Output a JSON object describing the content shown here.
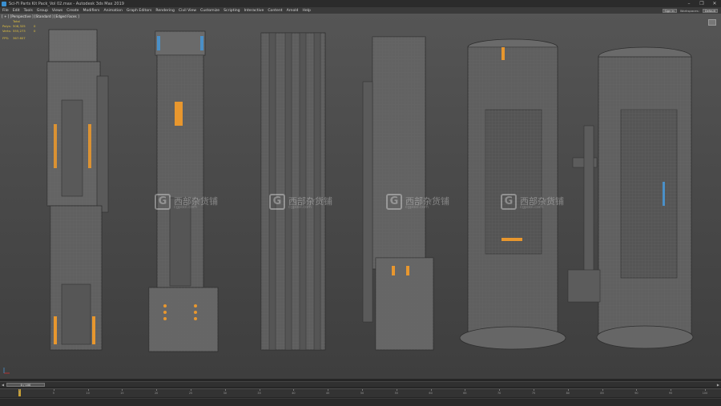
{
  "window": {
    "title": "Sci-Fi Parts Kit Pack_Vol 02.max - Autodesk 3ds Max 2019",
    "minimize_glyph": "–",
    "maximize_glyph": "❐",
    "close_glyph": "✕"
  },
  "menu": {
    "items": [
      "File",
      "Edit",
      "Tools",
      "Group",
      "Views",
      "Create",
      "Modifiers",
      "Animation",
      "Graph Editors",
      "Rendering",
      "Civil View",
      "Customize",
      "Scripting",
      "Interactive",
      "Content",
      "Arnold",
      "Help"
    ],
    "user_select": "Sign In",
    "workspaces_label": "Workspaces:",
    "workspace_value": "Default"
  },
  "viewport": {
    "label": "[ + ] [Perspective ] [Standard ] [Edged Faces ]",
    "stats": {
      "total_label": "Total",
      "polys_label": "Polys:",
      "polys_value": "508,325",
      "polys_sel": "0",
      "verts_label": "Verts:",
      "verts_value": "555,273",
      "verts_sel": "0",
      "fps_label": "FPS:",
      "fps_value": "367.607"
    },
    "watermark_text": "西部杂货铺",
    "watermark_url": "cgpool.com",
    "watermark_glyph": "G"
  },
  "trackbar": {
    "frame_display": "0 / 100",
    "ticks": [
      "0",
      "5",
      "10",
      "15",
      "20",
      "25",
      "30",
      "35",
      "40",
      "45",
      "50",
      "55",
      "60",
      "65",
      "70",
      "75",
      "80",
      "85",
      "90",
      "95",
      "100"
    ]
  },
  "colors": {
    "accent_orange": "#e8972e",
    "accent_blue": "#4a90c8",
    "stats_yellow": "#e3c23f"
  }
}
